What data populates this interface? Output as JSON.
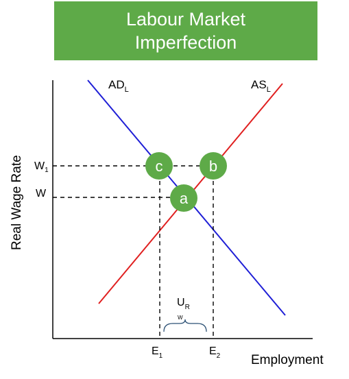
{
  "title": {
    "line1": "Labour Market",
    "line2": "Imperfection"
  },
  "axes": {
    "y_label": "Real Wage Rate",
    "x_label": "Employment"
  },
  "curves": {
    "demand": {
      "main": "AD",
      "sub": "L",
      "color": "#1f1fd6"
    },
    "supply": {
      "main": "AS",
      "sub": "L",
      "color": "#e02020"
    }
  },
  "wage_labels": {
    "w1_main": "W",
    "w1_sub": "1",
    "w_main": "W"
  },
  "employment_labels": {
    "e1_main": "E",
    "e1_sub": "1",
    "e2_main": "E",
    "e2_sub": "2"
  },
  "unemployment": {
    "main": "U",
    "sub": "R",
    "small": "W"
  },
  "points": {
    "a": "a",
    "b": "b",
    "c": "c"
  },
  "colors": {
    "title_bg": "#5eaa48",
    "point_fill": "#5eaa48"
  }
}
